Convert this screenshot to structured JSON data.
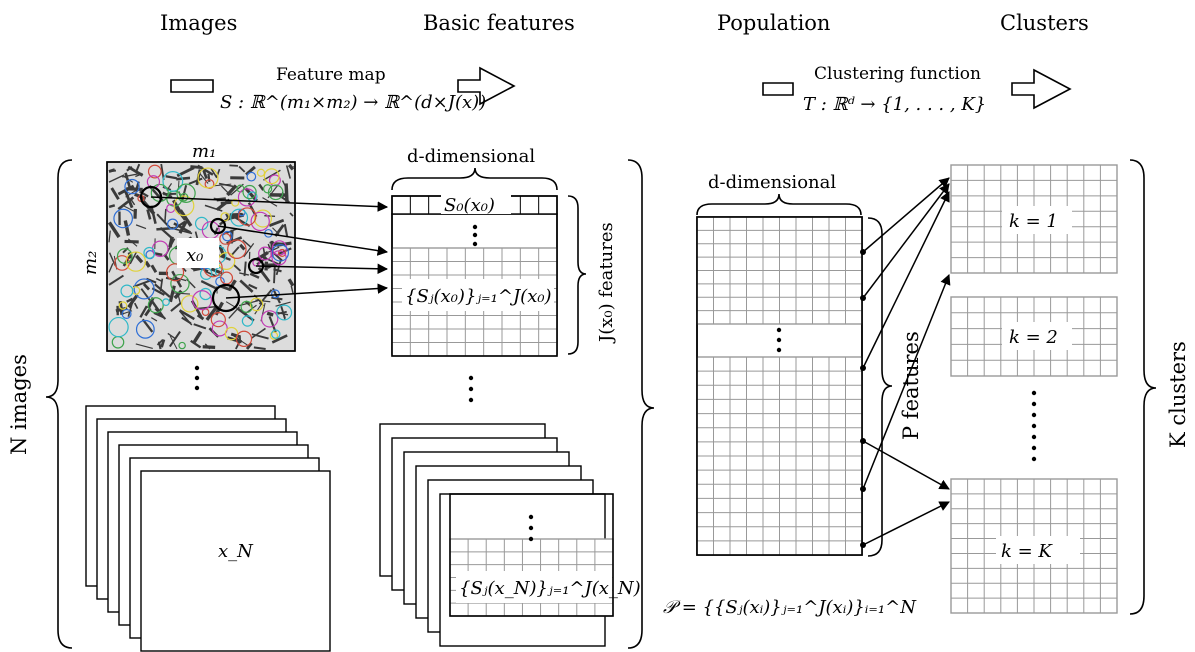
{
  "headers": {
    "images": "Images",
    "basic_features": "Basic features",
    "population": "Population",
    "clusters": "Clusters"
  },
  "feature_map": {
    "title": "Feature map",
    "formula": "S : ℝ^(m₁×m₂) → ℝ^(d×J(x))"
  },
  "clustering": {
    "title": "Clustering function",
    "formula": "T : ℝᵈ → {1, . . . , K}"
  },
  "image_panel": {
    "m1": "m₁",
    "m2": "m₂",
    "x0": "x₀",
    "xN": "x_N",
    "n_images": "N images"
  },
  "features_panel": {
    "d_dim": "d-dimensional",
    "s0": "S₀(x₀)",
    "set_x0": "{Sⱼ(x₀)}ⱼ₌₁^J(x₀)",
    "j_features": "J(x₀) features",
    "set_xN": "{Sⱼ(x_N)}ⱼ₌₁^J(x_N)"
  },
  "population_panel": {
    "d_dim": "d-dimensional",
    "p_features": "P features",
    "formula": "𝒫 = {{Sⱼ(xᵢ)}ⱼ₌₁^J(xᵢ)}ᵢ₌₁^N"
  },
  "clusters_panel": {
    "k1": "k = 1",
    "k2": "k = 2",
    "kK": "k = K",
    "k_clusters": "K clusters"
  },
  "colors": {
    "grid_black": "#000000",
    "grid_gray": "#999999",
    "texture_dark": "#3a3a3a",
    "texture_accents": [
      "#3fa34d",
      "#c23bb5",
      "#2f6fd6",
      "#e0d23a",
      "#2fb8c8",
      "#d14a3a"
    ]
  }
}
